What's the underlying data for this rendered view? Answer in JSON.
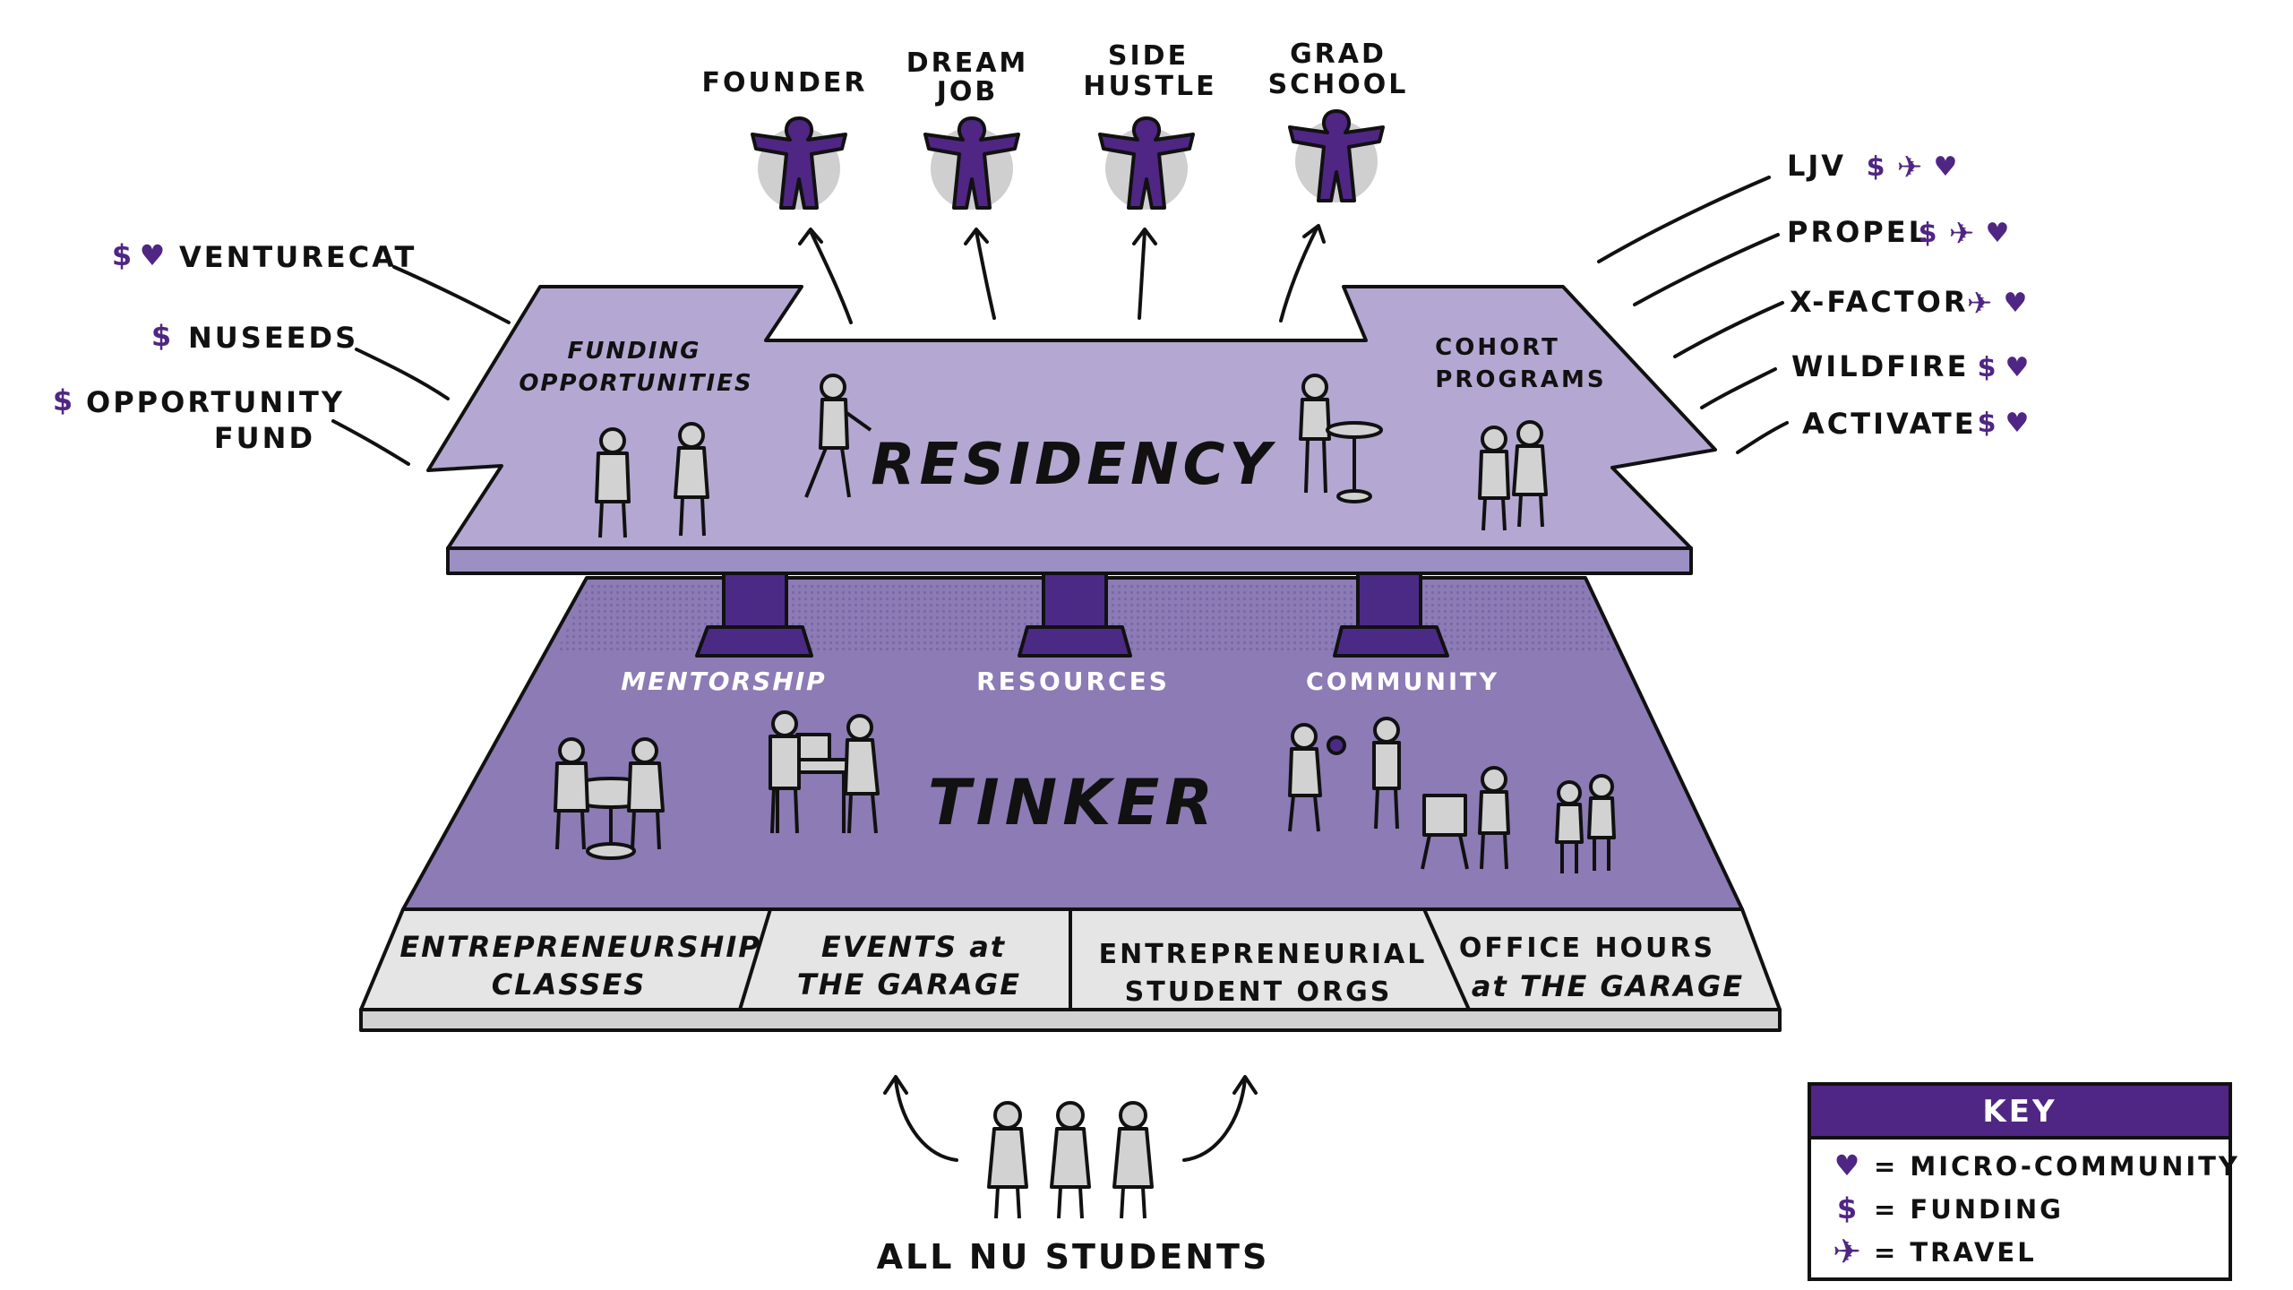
{
  "colors": {
    "residency_fill": "#b4a8d3",
    "tinker_fill": "#8c7bb5",
    "tinker_dot_band": "#9c8ec2",
    "pillar": "#4b2a86",
    "icon_purple": "#4f2683",
    "figure_fill": "#d2d2d2",
    "bar_fill": "#e5e5e5",
    "halo": "#cfcfcf",
    "outline": "#111111"
  },
  "outcomes": [
    {
      "line1": "FOUNDER",
      "line2": ""
    },
    {
      "line1": "DREAM",
      "line2": "JOB"
    },
    {
      "line1": "SIDE",
      "line2": "HUSTLE"
    },
    {
      "line1": "GRAD",
      "line2": "SCHOOL"
    }
  ],
  "residency": {
    "title": "RESIDENCY",
    "funding_label": [
      "FUNDING",
      "OPPORTUNITIES"
    ],
    "cohort_label": [
      "COHORT",
      "PROGRAMS"
    ]
  },
  "pillars": [
    "MENTORSHIP",
    "RESOURCES",
    "COMMUNITY"
  ],
  "tinker": {
    "title": "TINKER"
  },
  "foundation": [
    {
      "line1": "ENTREPRENEURSHIP",
      "line2": "CLASSES"
    },
    {
      "line1": "EVENTS at",
      "line2": "THE GARAGE"
    },
    {
      "line1": "ENTREPRENEURIAL",
      "line2": "STUDENT ORGS"
    },
    {
      "line1": "OFFICE HOURS",
      "line2": "at THE GARAGE"
    }
  ],
  "students_label": "ALL NU STUDENTS",
  "funding_programs": [
    {
      "line1": "VENTURECAT",
      "line2": "",
      "icons": [
        "funding-icon",
        "micro-community-icon"
      ]
    },
    {
      "line1": "NUSEEDS",
      "line2": "",
      "icons": [
        "funding-icon"
      ]
    },
    {
      "line1": "OPPORTUNITY",
      "line2": "FUND",
      "icons": [
        "funding-icon"
      ]
    }
  ],
  "cohort_programs": [
    {
      "name": "LJV",
      "icons": [
        "funding-icon",
        "travel-icon",
        "micro-community-icon"
      ]
    },
    {
      "name": "PROPEL",
      "icons": [
        "funding-icon",
        "travel-icon",
        "micro-community-icon"
      ]
    },
    {
      "name": "X-FACTOR",
      "icons": [
        "travel-icon",
        "micro-community-icon"
      ]
    },
    {
      "name": "WILDFIRE",
      "icons": [
        "funding-icon",
        "micro-community-icon"
      ]
    },
    {
      "name": "ACTIVATE",
      "icons": [
        "funding-icon",
        "micro-community-icon"
      ]
    }
  ],
  "key": {
    "title": "KEY",
    "entries": [
      {
        "icon": "micro-community-icon",
        "label": "= MICRO-COMMUNITY"
      },
      {
        "icon": "funding-icon",
        "label": "= FUNDING"
      },
      {
        "icon": "travel-icon",
        "label": "= TRAVEL"
      }
    ]
  },
  "glyphs": {
    "funding-icon": "$",
    "micro-community-icon": "♥",
    "travel-icon": "✈"
  }
}
